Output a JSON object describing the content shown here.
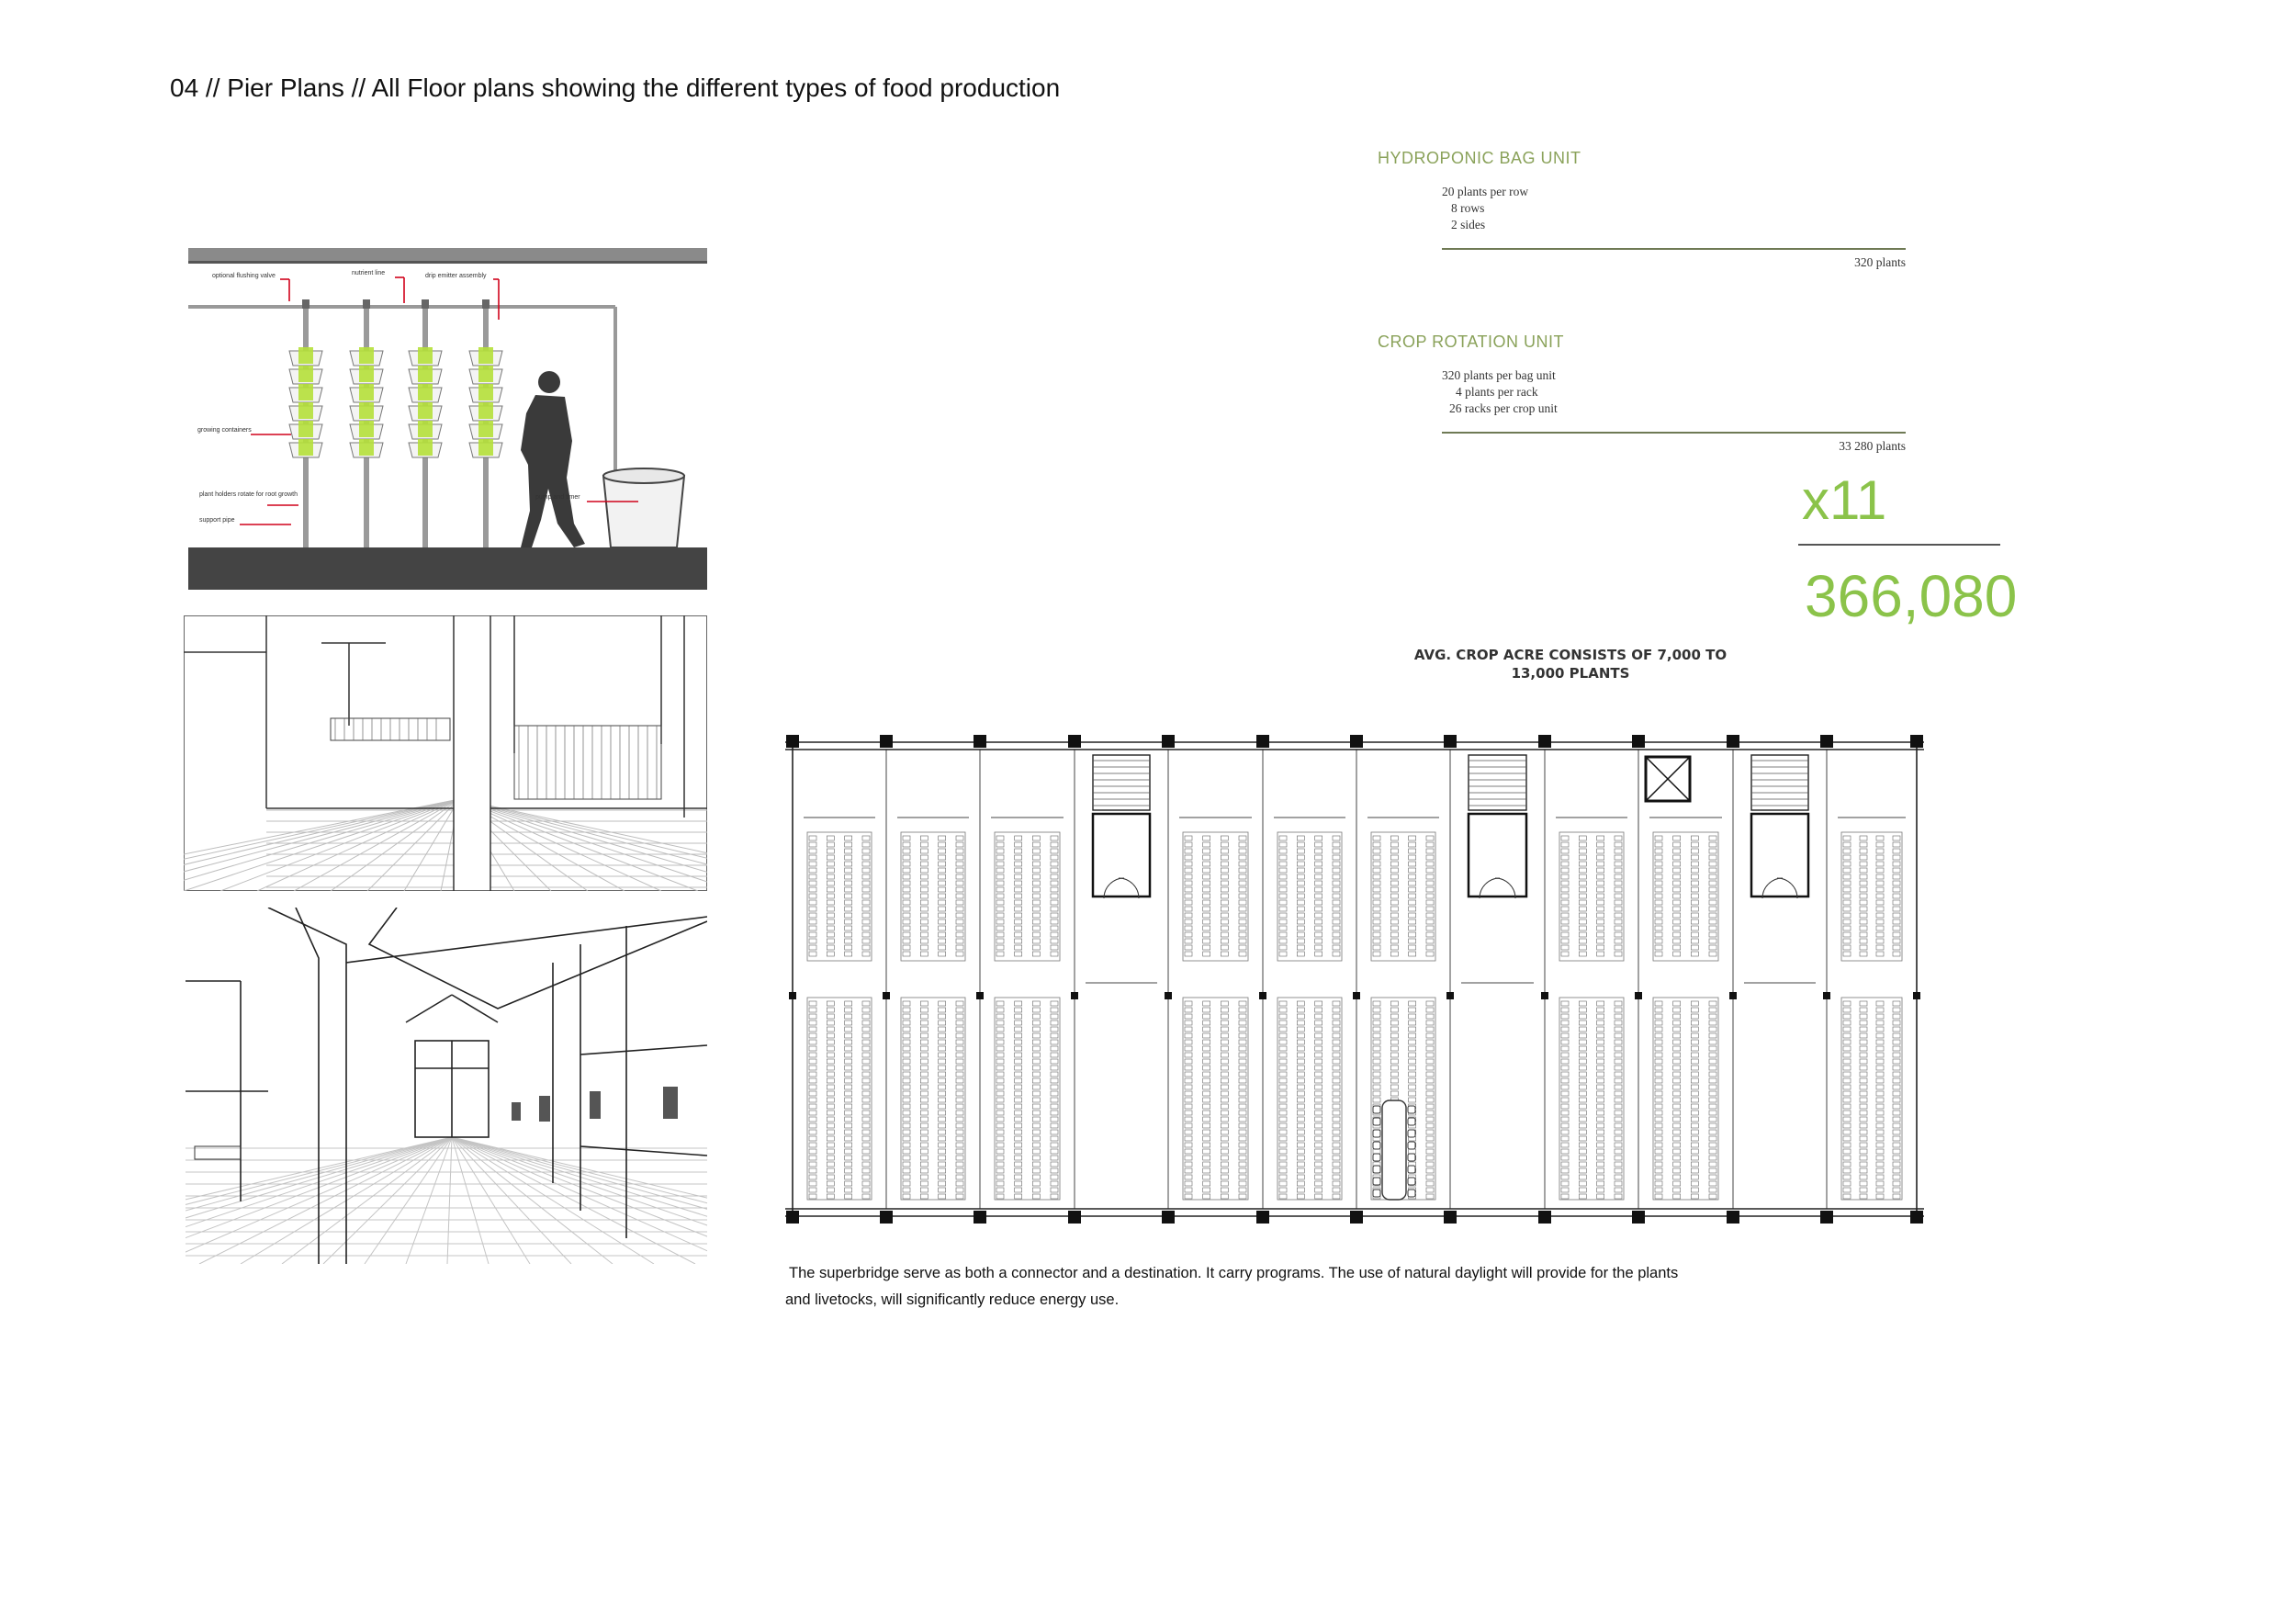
{
  "page": {
    "title": "04 // Pier Plans // All Floor plans showing the different types of food production"
  },
  "section_diagram": {
    "labels": {
      "flushing_valve": "optional flushing valve",
      "nutrient_line": "nutrient line",
      "drip_emitter": "drip emitter assembly",
      "growing_containers": "growing containers",
      "plant_holders": "plant holders rotate for root growth",
      "support_pipe": "support pipe",
      "pump_timer": "pump and timer"
    }
  },
  "hydroponic_unit": {
    "heading": "HYDROPONIC BAG UNIT",
    "lines": [
      "20 plants per row",
      "8 rows",
      "2 sides"
    ],
    "total": "320 plants"
  },
  "crop_rotation_unit": {
    "heading": "CROP ROTATION UNIT",
    "lines": [
      "320 plants per bag unit",
      "4 plants per rack",
      "26 racks per crop unit"
    ],
    "total": "33 280 plants"
  },
  "multiplier": {
    "factor": "x11",
    "result": "366,080"
  },
  "avg_note": {
    "line1": "AVG. CROP ACRE CONSISTS OF 7,000 TO",
    "line2": "13,000 PLANTS"
  },
  "caption": {
    "line1": "The superbridge serve as both a connector and a destination. It carry programs. The use of natural daylight will provide for the plants",
    "line2": "and livetocks, will significantly reduce energy use."
  },
  "colors": {
    "accent_green": "#8bc34a",
    "heading_green": "#8aa25a",
    "rule": "#6f7a55",
    "lettuce": "#b5e03a",
    "plan_line": "#222222"
  }
}
